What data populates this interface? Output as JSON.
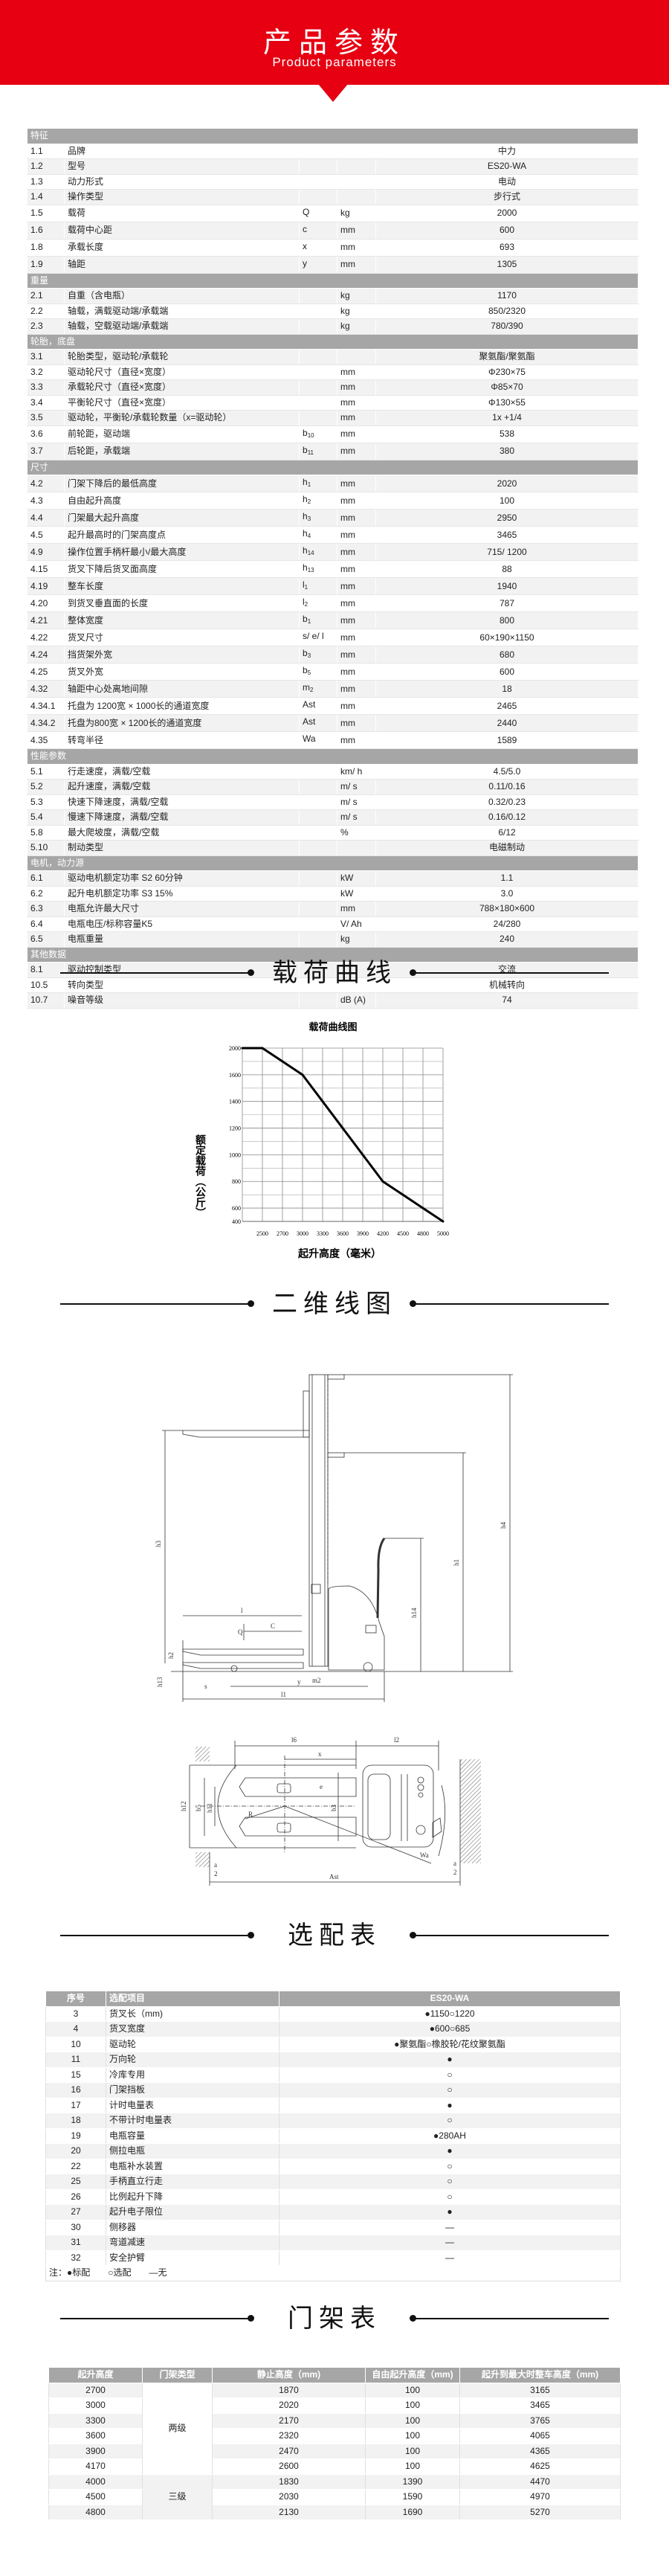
{
  "header": {
    "title": "产品参数",
    "subtitle": "Product parameters",
    "color": "#e60012"
  },
  "spec": {
    "sections": [
      {
        "title": "特征",
        "rows": [
          {
            "no": "1.1",
            "name": "品牌",
            "sym": "",
            "sub": "",
            "unit": "",
            "value": "中力"
          },
          {
            "no": "1.2",
            "name": "型号",
            "sym": "",
            "sub": "",
            "unit": "",
            "value": "ES20-WA"
          },
          {
            "no": "1.3",
            "name": "动力形式",
            "sym": "",
            "sub": "",
            "unit": "",
            "value": "电动"
          },
          {
            "no": "1.4",
            "name": "操作类型",
            "sym": "",
            "sub": "",
            "unit": "",
            "value": "步行式"
          },
          {
            "no": "1.5",
            "name": "载荷",
            "sym": "Q",
            "sub": "",
            "unit": "kg",
            "value": "2000"
          },
          {
            "no": "1.6",
            "name": "载荷中心距",
            "sym": "c",
            "sub": "",
            "unit": "mm",
            "value": "600"
          },
          {
            "no": "1.8",
            "name": "承载长度",
            "sym": "x",
            "sub": "",
            "unit": "mm",
            "value": "693"
          },
          {
            "no": "1.9",
            "name": "轴距",
            "sym": "y",
            "sub": "",
            "unit": "mm",
            "value": "1305"
          }
        ]
      },
      {
        "title": "重量",
        "rows": [
          {
            "no": "2.1",
            "name": "自重（含电瓶）",
            "sym": "",
            "sub": "",
            "unit": "kg",
            "value": "1170"
          },
          {
            "no": "2.2",
            "name": "轴载，满载驱动端/承载端",
            "sym": "",
            "sub": "",
            "unit": "kg",
            "value": "850/2320"
          },
          {
            "no": "2.3",
            "name": "轴载，空载驱动端/承载端",
            "sym": "",
            "sub": "",
            "unit": "kg",
            "value": "780/390"
          }
        ]
      },
      {
        "title": "轮胎，底盘",
        "rows": [
          {
            "no": "3.1",
            "name": "轮胎类型，驱动轮/承载轮",
            "sym": "",
            "sub": "",
            "unit": "",
            "value": "聚氨酯/聚氨酯"
          },
          {
            "no": "3.2",
            "name": "驱动轮尺寸（直径×宽度）",
            "sym": "",
            "sub": "",
            "unit": "mm",
            "value": "Φ230×75"
          },
          {
            "no": "3.3",
            "name": "承载轮尺寸（直径×宽度）",
            "sym": "",
            "sub": "",
            "unit": "mm",
            "value": "Φ85×70"
          },
          {
            "no": "3.4",
            "name": "平衡轮尺寸（直径×宽度）",
            "sym": "",
            "sub": "",
            "unit": "mm",
            "value": "Φ130×55"
          },
          {
            "no": "3.5",
            "name": "驱动轮，平衡轮/承载轮数量（x=驱动轮）",
            "sym": "",
            "sub": "",
            "unit": "mm",
            "value": "1x +1/4"
          },
          {
            "no": "3.6",
            "name": "前轮距，驱动端",
            "sym": "b",
            "sub": "10",
            "unit": "mm",
            "value": "538"
          },
          {
            "no": "3.7",
            "name": "后轮距，承载端",
            "sym": "b",
            "sub": "11",
            "unit": "mm",
            "value": "380"
          }
        ]
      },
      {
        "title": "尺寸",
        "rows": [
          {
            "no": "4.2",
            "name": "门架下降后的最低高度",
            "sym": "h",
            "sub": "1",
            "unit": "mm",
            "value": "2020"
          },
          {
            "no": "4.3",
            "name": "自由起升高度",
            "sym": "h",
            "sub": "2",
            "unit": "mm",
            "value": "100"
          },
          {
            "no": "4.4",
            "name": "门架最大起升高度",
            "sym": "h",
            "sub": "3",
            "unit": "mm",
            "value": "2950"
          },
          {
            "no": "4.5",
            "name": "起升最高时的门架高度点",
            "sym": "h",
            "sub": "4",
            "unit": "mm",
            "value": "3465"
          },
          {
            "no": "4.9",
            "name": "操作位置手柄杆最小/最大高度",
            "sym": "h",
            "sub": "14",
            "unit": "mm",
            "value": "715/ 1200"
          },
          {
            "no": "4.15",
            "name": "货叉下降后货叉面高度",
            "sym": "h",
            "sub": "13",
            "unit": "mm",
            "value": "88"
          },
          {
            "no": "4.19",
            "name": "整车长度",
            "sym": "l",
            "sub": "1",
            "unit": "mm",
            "value": "1940"
          },
          {
            "no": "4.20",
            "name": "到货叉垂直面的长度",
            "sym": "l",
            "sub": "2",
            "unit": "mm",
            "value": "787"
          },
          {
            "no": "4.21",
            "name": "整体宽度",
            "sym": "b",
            "sub": "1",
            "unit": "mm",
            "value": "800"
          },
          {
            "no": "4.22",
            "name": "货叉尺寸",
            "sym": "s/ e/ l",
            "sub": "",
            "unit": "mm",
            "value": "60×190×1150"
          },
          {
            "no": "4.24",
            "name": "挡货架外宽",
            "sym": "b",
            "sub": "3",
            "unit": "mm",
            "value": "680"
          },
          {
            "no": "4.25",
            "name": "货叉外宽",
            "sym": "b",
            "sub": "5",
            "unit": "mm",
            "value": "600"
          },
          {
            "no": "4.32",
            "name": "轴距中心处离地间隙",
            "sym": "m",
            "sub": "2",
            "unit": "mm",
            "value": "18"
          },
          {
            "no": "4.34.1",
            "name": "托盘为 1200宽 × 1000长的通道宽度",
            "sym": "Ast",
            "sub": "",
            "unit": "mm",
            "value": "2465"
          },
          {
            "no": "4.34.2",
            "name": "托盘为800宽 × 1200长的通道宽度",
            "sym": "Ast",
            "sub": "",
            "unit": "mm",
            "value": "2440"
          },
          {
            "no": "4.35",
            "name": "转弯半径",
            "sym": "Wa",
            "sub": "",
            "unit": "mm",
            "value": "1589"
          }
        ]
      },
      {
        "title": "性能参数",
        "rows": [
          {
            "no": "5.1",
            "name": "行走速度，满载/空载",
            "sym": "",
            "sub": "",
            "unit": "km/ h",
            "value": "4.5/5.0"
          },
          {
            "no": "5.2",
            "name": "起升速度，满载/空载",
            "sym": "",
            "sub": "",
            "unit": "m/ s",
            "value": "0.11/0.16"
          },
          {
            "no": "5.3",
            "name": "快速下降速度，满载/空载",
            "sym": "",
            "sub": "",
            "unit": "m/ s",
            "value": "0.32/0.23"
          },
          {
            "no": "5.4",
            "name": "慢速下降速度，满载/空载",
            "sym": "",
            "sub": "",
            "unit": "m/ s",
            "value": "0.16/0.12"
          },
          {
            "no": "5.8",
            "name": "最大爬坡度，满载/空载",
            "sym": "",
            "sub": "",
            "unit": "%",
            "value": "6/12"
          },
          {
            "no": "5.10",
            "name": "制动类型",
            "sym": "",
            "sub": "",
            "unit": "",
            "value": "电磁制动"
          }
        ]
      },
      {
        "title": "电机，动力源",
        "rows": [
          {
            "no": "6.1",
            "name": "驱动电机额定功率 S2 60分钟",
            "sym": "",
            "sub": "",
            "unit": "kW",
            "value": "1.1"
          },
          {
            "no": "6.2",
            "name": "起升电机额定功率 S3 15%",
            "sym": "",
            "sub": "",
            "unit": "kW",
            "value": "3.0"
          },
          {
            "no": "6.3",
            "name": "电瓶允许最大尺寸",
            "sym": "",
            "sub": "",
            "unit": "mm",
            "value": "788×180×600"
          },
          {
            "no": "6.4",
            "name": "电瓶电压/标称容量K5",
            "sym": "",
            "sub": "",
            "unit": "V/ Ah",
            "value": "24/280"
          },
          {
            "no": "6.5",
            "name": "电瓶重量",
            "sym": "",
            "sub": "",
            "unit": "kg",
            "value": "240"
          }
        ]
      },
      {
        "title": "其他数据",
        "rows": [
          {
            "no": "8.1",
            "name": "驱动控制类型",
            "sym": "",
            "sub": "",
            "unit": "",
            "value": "交流"
          },
          {
            "no": "10.5",
            "name": "转向类型",
            "sym": "",
            "sub": "",
            "unit": "",
            "value": "机械转向"
          },
          {
            "no": "10.7",
            "name": "噪音等级",
            "sym": "",
            "sub": "",
            "unit": "dB (A)",
            "value": "74"
          }
        ]
      }
    ]
  },
  "load_curve": {
    "section_title": "载荷曲线"
  },
  "chart_data": {
    "type": "line",
    "title": "载荷曲线图",
    "xlabel": "起升高度（毫米）",
    "ylabel": "额定载荷（公斤）",
    "categories": [
      "",
      "2500",
      "2700",
      "3000",
      "3300",
      "3600",
      "3900",
      "4200",
      "4500",
      "4800",
      "5000"
    ],
    "values": [
      2000,
      2000,
      1800,
      1600,
      1400,
      1200,
      1000,
      800,
      700,
      600,
      400
    ],
    "y_ticks": [
      2000,
      1600,
      1400,
      1200,
      1000,
      800,
      600,
      400
    ],
    "ylim": [
      400,
      2000
    ],
    "grid": true,
    "line_color": "#000000"
  },
  "drawing": {
    "section_title": "二维线图",
    "labels": {
      "h4": "h4",
      "h3": "h3",
      "h1": "h1",
      "h14": "h14",
      "l": "l",
      "C": "C",
      "Q": "Q",
      "h2": "h2",
      "h13": "h13",
      "s": "s",
      "m2": "m2",
      "y": "y",
      "l1": "l1",
      "l6": "l6",
      "l2": "l2",
      "x": "x",
      "e": "e",
      "h12": "h12",
      "b5": "b5",
      "h11": "h11",
      "b3": "b3",
      "R": "R",
      "Wa": "Wa",
      "Ast": "Ast",
      "a": "a",
      "two": "2"
    }
  },
  "options": {
    "section_title": "选配表",
    "headers": [
      "序号",
      "选配项目",
      "ES20-WA"
    ],
    "rows": [
      {
        "no": "3",
        "item": "货叉长（mm)",
        "value": "●1150○1220"
      },
      {
        "no": "4",
        "item": "货叉宽度",
        "value": "●600○685"
      },
      {
        "no": "10",
        "item": "驱动轮",
        "value": "●聚氨酯○橡胶轮/花纹聚氨酯"
      },
      {
        "no": "11",
        "item": "万向轮",
        "value": "●"
      },
      {
        "no": "15",
        "item": "冷库专用",
        "value": "○"
      },
      {
        "no": "16",
        "item": "门架挡板",
        "value": "○"
      },
      {
        "no": "17",
        "item": "计时电量表",
        "value": "●"
      },
      {
        "no": "18",
        "item": "不带计时电量表",
        "value": "○"
      },
      {
        "no": "19",
        "item": "电瓶容量",
        "value": "●280AH"
      },
      {
        "no": "20",
        "item": "侧拉电瓶",
        "value": "●"
      },
      {
        "no": "22",
        "item": "电瓶补水装置",
        "value": "○"
      },
      {
        "no": "25",
        "item": "手柄直立行走",
        "value": "○"
      },
      {
        "no": "26",
        "item": "比例起升下降",
        "value": "○"
      },
      {
        "no": "27",
        "item": "起升电子限位",
        "value": "●"
      },
      {
        "no": "30",
        "item": "侧移器",
        "value": "—"
      },
      {
        "no": "31",
        "item": "弯道减速",
        "value": "—"
      },
      {
        "no": "32",
        "item": "安全护臂",
        "value": "—"
      }
    ],
    "note": "注：●标配　　○选配　　—无"
  },
  "mast": {
    "section_title": "门架表",
    "headers": [
      "起升高度",
      "门架类型",
      "静止高度（mm)",
      "自由起升高度（mm)",
      "起升到最大时整车高度（mm)"
    ],
    "groups": [
      {
        "type": "两级",
        "rows": [
          [
            "2700",
            "1870",
            "100",
            "3165"
          ],
          [
            "3000",
            "2020",
            "100",
            "3465"
          ],
          [
            "3300",
            "2170",
            "100",
            "3765"
          ],
          [
            "3600",
            "2320",
            "100",
            "4065"
          ],
          [
            "3900",
            "2470",
            "100",
            "4365"
          ],
          [
            "4170",
            "2600",
            "100",
            "4625"
          ]
        ]
      },
      {
        "type": "三级",
        "rows": [
          [
            "4000",
            "1830",
            "1390",
            "4470"
          ],
          [
            "4500",
            "2030",
            "1590",
            "4970"
          ],
          [
            "4800",
            "2130",
            "1690",
            "5270"
          ]
        ]
      }
    ]
  }
}
